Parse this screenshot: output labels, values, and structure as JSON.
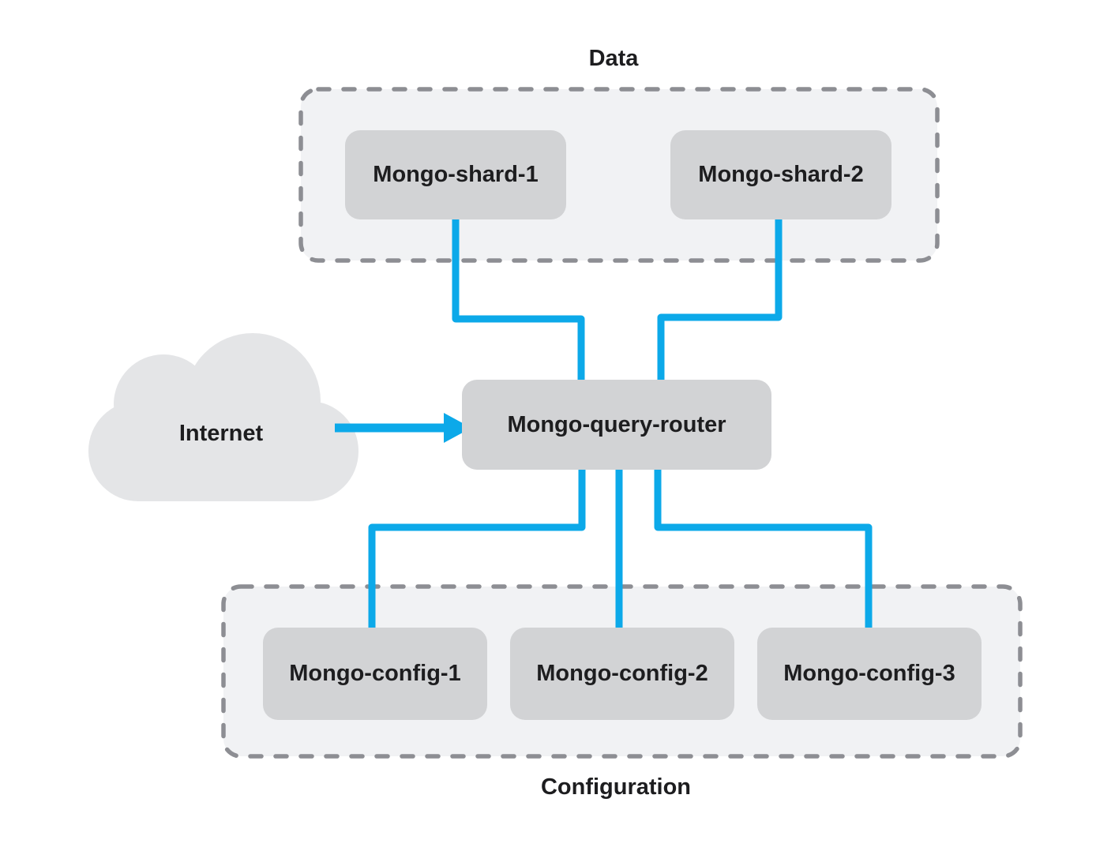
{
  "colors": {
    "accent": "#0ca9e9",
    "node-fill": "#d2d3d5",
    "zone-fill": "#f1f2f4",
    "zone-border": "#8d8e93",
    "cloud-fill": "#e4e5e7",
    "text": "#1d1d1f",
    "canvas": "#ffffff"
  },
  "diagram": {
    "zones": {
      "data": {
        "label": "Data"
      },
      "configuration": {
        "label": "Configuration"
      }
    },
    "nodes": {
      "internet": {
        "label": "Internet",
        "type": "cloud"
      },
      "shard1": {
        "label": "Mongo-shard-1",
        "type": "box"
      },
      "shard2": {
        "label": "Mongo-shard-2",
        "type": "box"
      },
      "router": {
        "label": "Mongo-query-router",
        "type": "box"
      },
      "config1": {
        "label": "Mongo-config-1",
        "type": "box"
      },
      "config2": {
        "label": "Mongo-config-2",
        "type": "box"
      },
      "config3": {
        "label": "Mongo-config-3",
        "type": "box"
      }
    },
    "edges": [
      {
        "from": "internet",
        "to": "router",
        "style": "arrow"
      },
      {
        "from": "shard1",
        "to": "router",
        "style": "line"
      },
      {
        "from": "shard2",
        "to": "router",
        "style": "line"
      },
      {
        "from": "router",
        "to": "config1",
        "style": "line"
      },
      {
        "from": "router",
        "to": "config2",
        "style": "line"
      },
      {
        "from": "router",
        "to": "config3",
        "style": "line"
      }
    ]
  }
}
